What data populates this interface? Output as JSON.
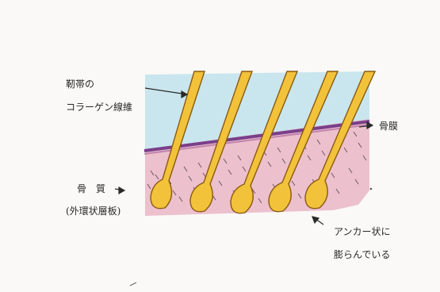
{
  "labels": {
    "ligament_line1": "靭帯の",
    "ligament_line2": "コラーゲン線維",
    "periosteum": "骨膜",
    "bone_line1": "骨　質",
    "bone_line2": "(外環状層板)",
    "anchor_line1": "アンカー状に",
    "anchor_line2": "膨らんでいる"
  },
  "colors": {
    "ligament_region": "#bfe3ec",
    "periosteum_band": "#7a3f8a",
    "bone_region": "#e9b6c6",
    "fiber_fill": "#f2c23a",
    "fiber_outline": "#8a5a12",
    "ink": "#2a2a2a"
  },
  "fiber_count": 5
}
